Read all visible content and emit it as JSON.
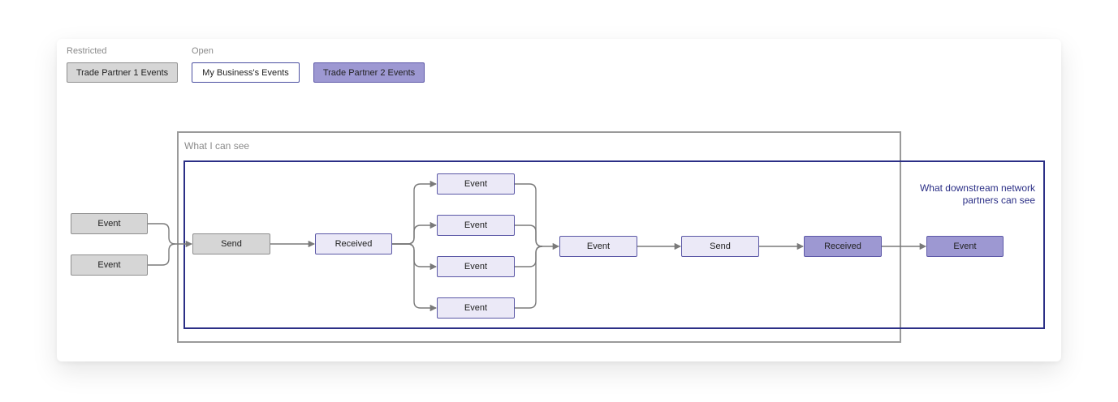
{
  "legend": {
    "restricted_heading": "Restricted",
    "open_heading": "Open",
    "chips": {
      "trade_partner_1": "Trade Partner 1 Events",
      "my_business": "My Business's Events",
      "trade_partner_2": "Trade Partner 2 Events"
    }
  },
  "zones": {
    "what_i_can_see": "What I can see",
    "downstream": "What downstream network partners can see"
  },
  "nodes": {
    "tp1_event_a": "Event",
    "tp1_event_b": "Event",
    "send_1": "Send",
    "received_1": "Received",
    "branch_event_1": "Event",
    "branch_event_2": "Event",
    "branch_event_3": "Event",
    "branch_event_4": "Event",
    "merge_event": "Event",
    "send_2": "Send",
    "received_2": "Received",
    "final_event": "Event"
  },
  "colors": {
    "restricted_fill": "#d6d6d6",
    "open_fill": "#ebe9f7",
    "partner2_fill": "#9d98d2",
    "downstream_border": "#2b2f86",
    "see_border": "#9a9a9a",
    "edge": "#7a7a7a"
  }
}
